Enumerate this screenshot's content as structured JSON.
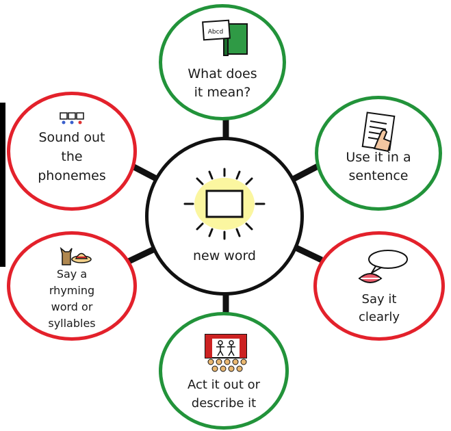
{
  "diagram": {
    "center": {
      "label": "new word",
      "icon": "glowing-frame-icon"
    },
    "nodes": [
      {
        "id": "meaning",
        "label": "What does\nit mean?",
        "color": "green",
        "icon": "dictionary-book-icon",
        "icon_text": "Abcd"
      },
      {
        "id": "sentence",
        "label": "Use it in a\nsentence",
        "color": "green",
        "icon": "pointing-at-text-icon"
      },
      {
        "id": "say",
        "label": "Say it\nclearly",
        "color": "red",
        "icon": "speaking-mouth-icon"
      },
      {
        "id": "act",
        "label": "Act it out or\ndescribe it",
        "color": "green",
        "icon": "theatre-stage-icon"
      },
      {
        "id": "rhyme",
        "label": "Say a\nrhyming\nword or\nsyllables",
        "color": "red",
        "icon": "cat-and-hat-icon"
      },
      {
        "id": "sound",
        "label": "Sound out\nthe\nphonemes",
        "color": "red",
        "icon": "phoneme-boxes-icon"
      }
    ],
    "colors": {
      "red": "#e3212b",
      "green": "#22933a",
      "center": "#111111",
      "glow": "#fbf6a0"
    }
  }
}
